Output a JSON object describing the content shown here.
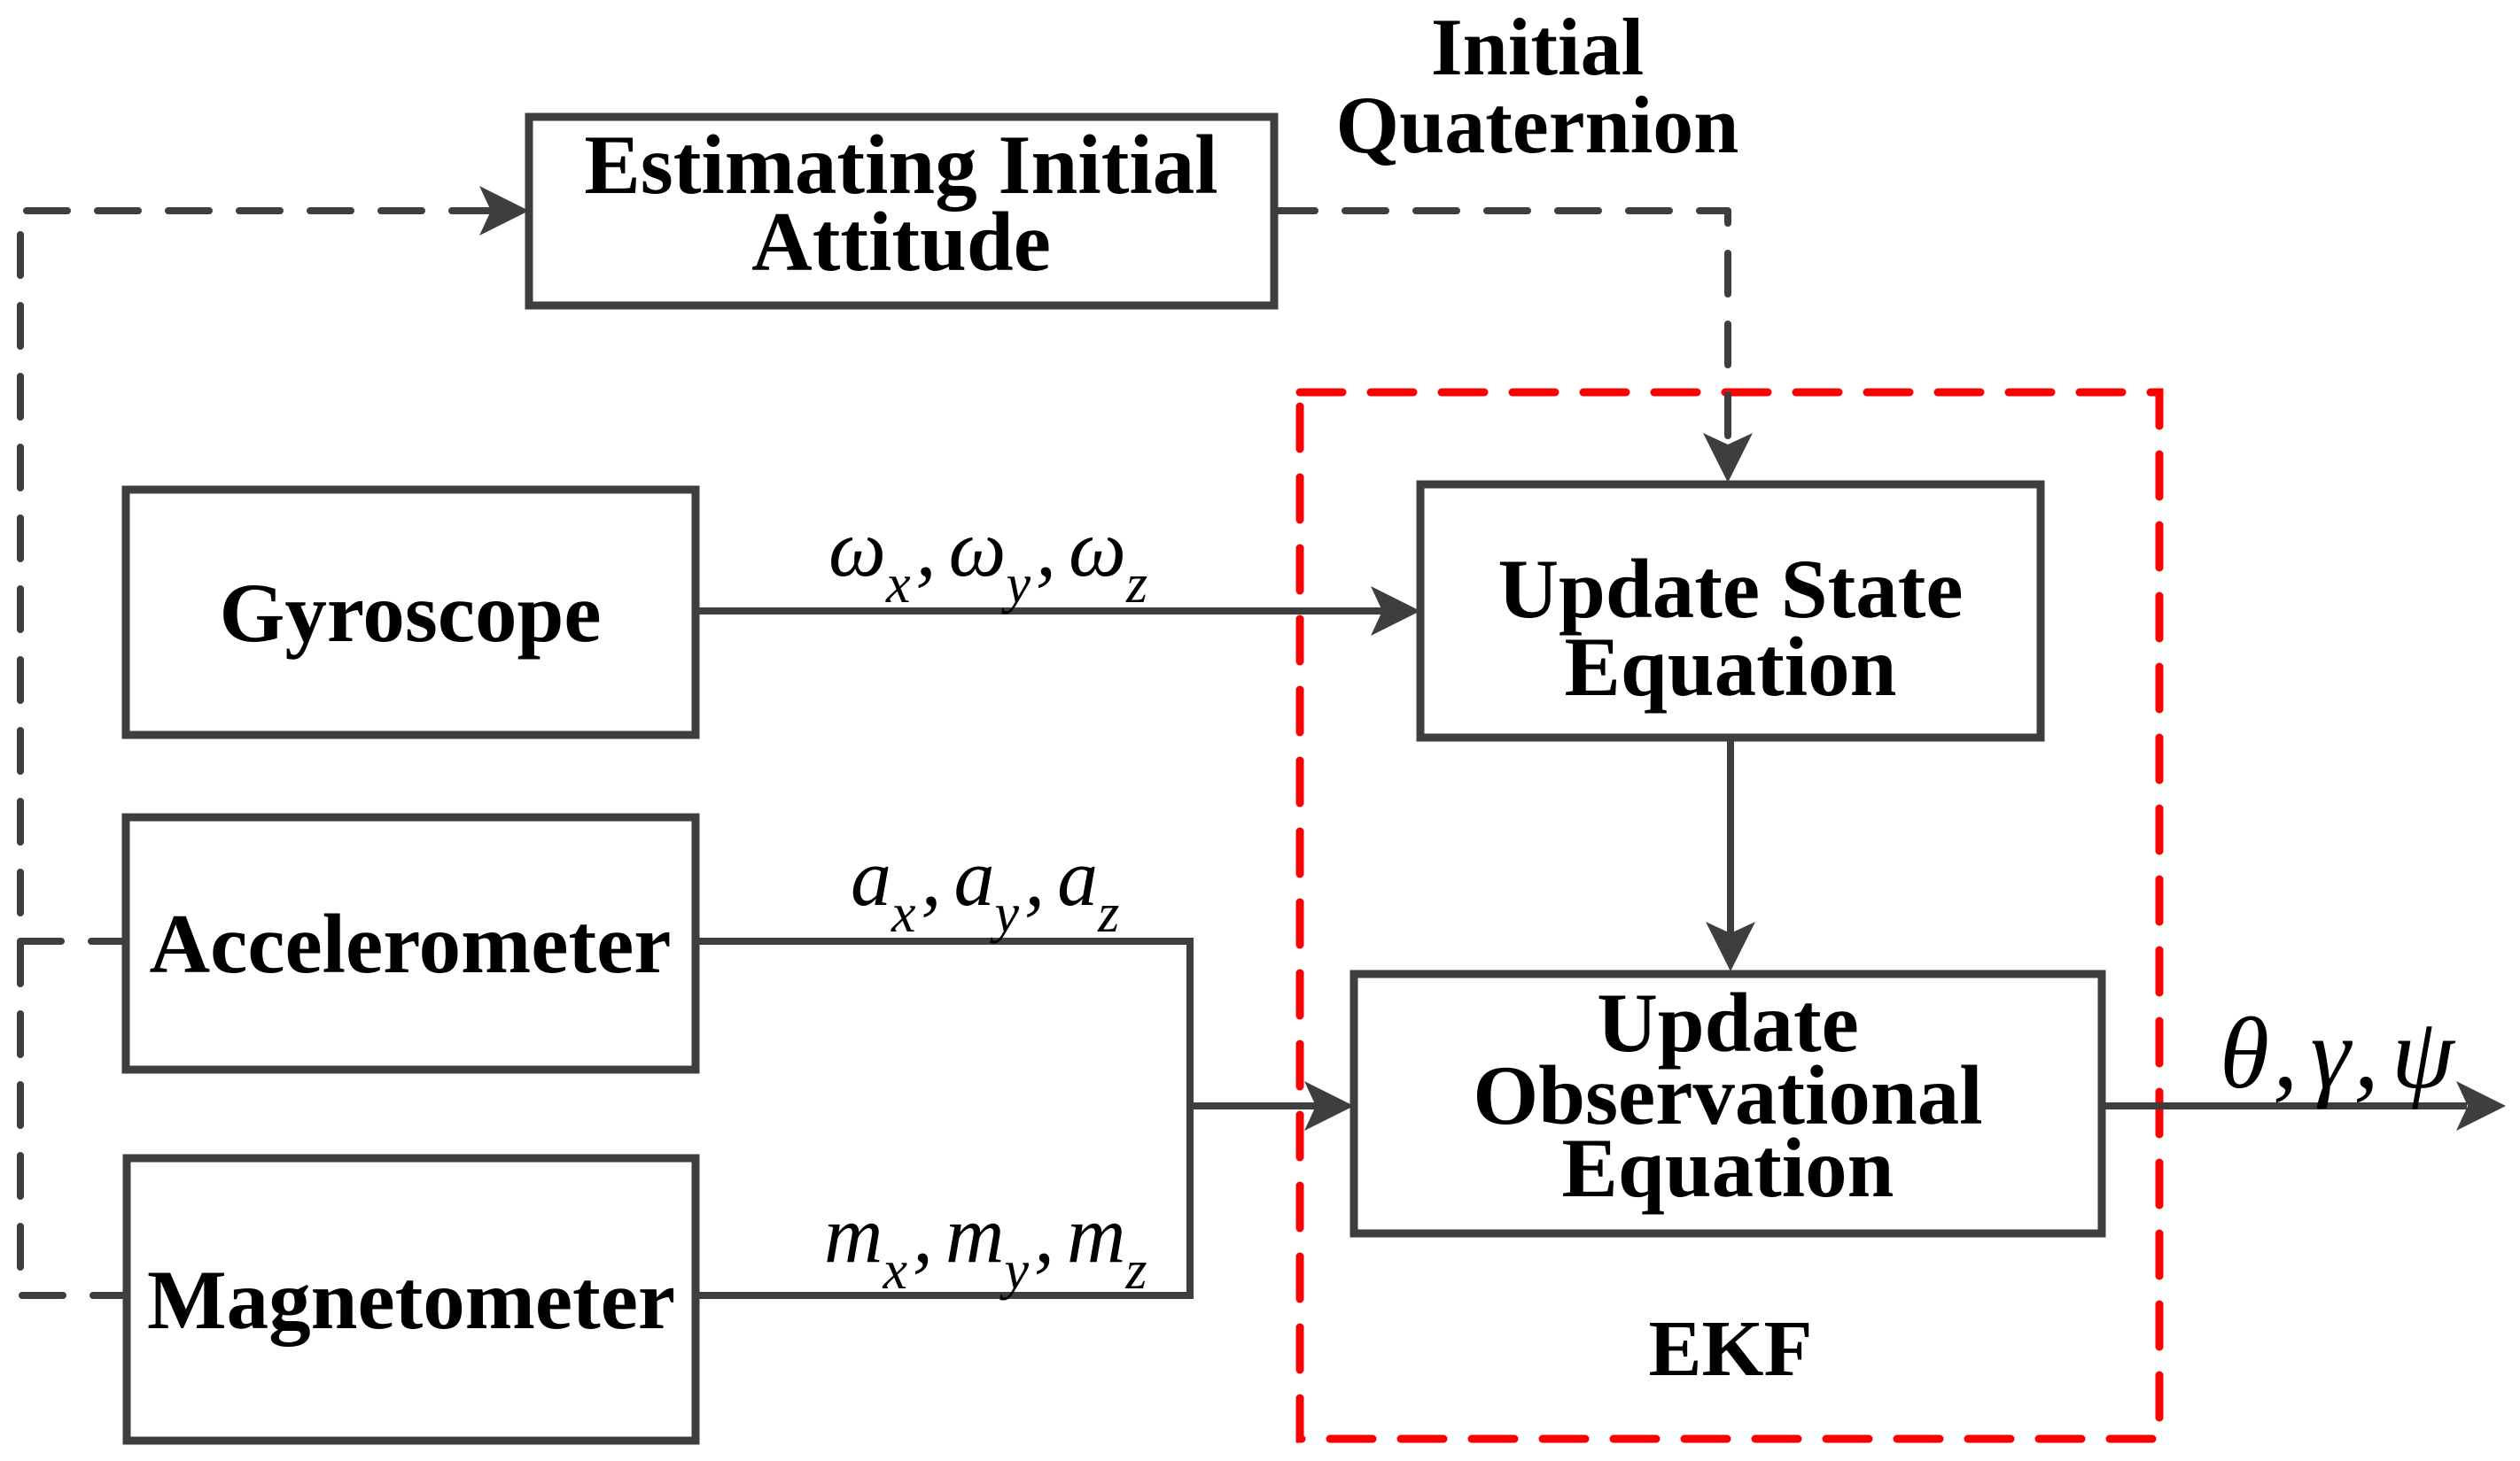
{
  "colors": {
    "accent_red": "#ff0000",
    "line_gray": "#3e3e3e",
    "text_black": "#000000"
  },
  "annotations": {
    "initial_quaternion_line1": "Initial",
    "initial_quaternion_line2": "Quaternion",
    "ekf_label": "EKF"
  },
  "blocks": {
    "estimating_line1": "Estimating Initial",
    "estimating_line2": "Attitude",
    "gyroscope": "Gyroscope",
    "accelerometer": "Accelerometer",
    "magnetometer": "Magnetometer",
    "update_state_line1": "Update State",
    "update_state_line2": "Equation",
    "update_obs_line1": "Update",
    "update_obs_line2": "Observational",
    "update_obs_line3": "Equation"
  },
  "signals": {
    "gyro": {
      "v1": "ω",
      "s1": "x",
      "sep1": ",",
      "v2": "ω",
      "s2": "y",
      "sep2": ",",
      "v3": "ω",
      "s3": "z"
    },
    "accel": {
      "v1": "a",
      "s1": "x",
      "sep1": ",",
      "v2": "a",
      "s2": "y",
      "sep2": ",",
      "v3": "a",
      "s3": "z"
    },
    "mag": {
      "v1": "m",
      "s1": "x",
      "sep1": ",",
      "v2": "m",
      "s2": "y",
      "sep2": ",",
      "v3": "m",
      "s3": "z"
    },
    "output": {
      "v1": "θ",
      "sep1": ",",
      "v2": "γ",
      "sep2": ",",
      "v3": "ψ"
    }
  }
}
